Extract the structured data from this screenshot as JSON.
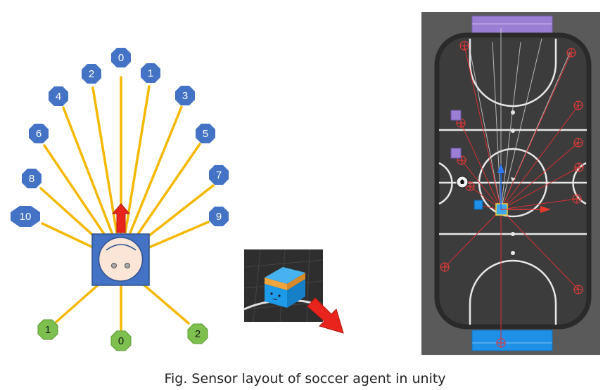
{
  "caption": "Fig. Sensor layout of soccer agent in unity",
  "forward_sensors": [
    {
      "label": "0"
    },
    {
      "label": "1"
    },
    {
      "label": "2"
    },
    {
      "label": "3"
    },
    {
      "label": "4"
    },
    {
      "label": "5"
    },
    {
      "label": "6"
    },
    {
      "label": "7"
    },
    {
      "label": "8"
    },
    {
      "label": "9"
    },
    {
      "label": "10"
    }
  ],
  "backward_sensors": [
    {
      "label": "0"
    },
    {
      "label": "1"
    },
    {
      "label": "2"
    }
  ],
  "colors": {
    "ray": "#f5b800",
    "forward_sensor": "#4472c4",
    "backward_sensor": "#7dc04f",
    "agent_body": "#4472c4",
    "agent_face": "#fbe5d6",
    "direction_arrow": "#e8241c",
    "field": "#3c3c3c",
    "goal_purple": "#9b7fd4",
    "goal_blue": "#1e90e8"
  }
}
